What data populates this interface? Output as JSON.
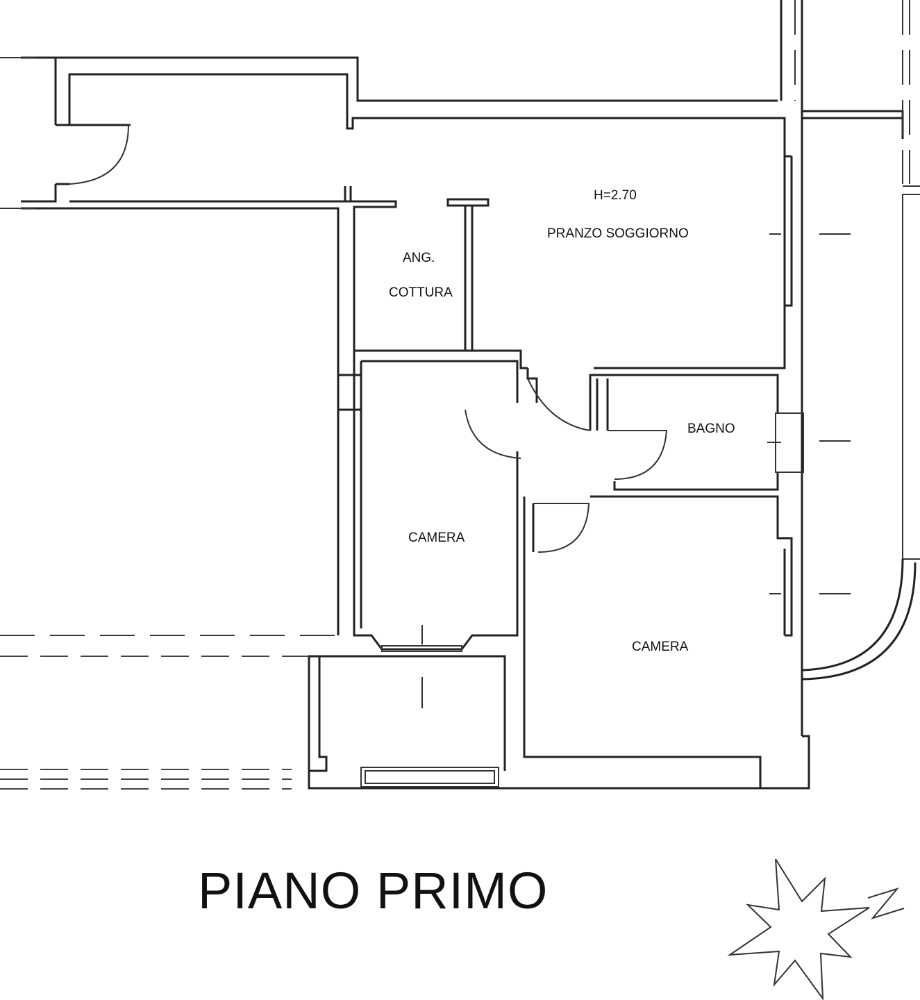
{
  "plan": {
    "height_label": "H=2.70",
    "rooms": {
      "living": "PRANZO SOGGIORNO",
      "kitchen_line1": "ANG.",
      "kitchen_line2": "COTTURA",
      "bath": "BAGNO",
      "bedroom_left": "CAMERA",
      "bedroom_right": "CAMERA"
    },
    "title": "PIANO PRIMO",
    "north_icon": "compass-star-icon"
  }
}
